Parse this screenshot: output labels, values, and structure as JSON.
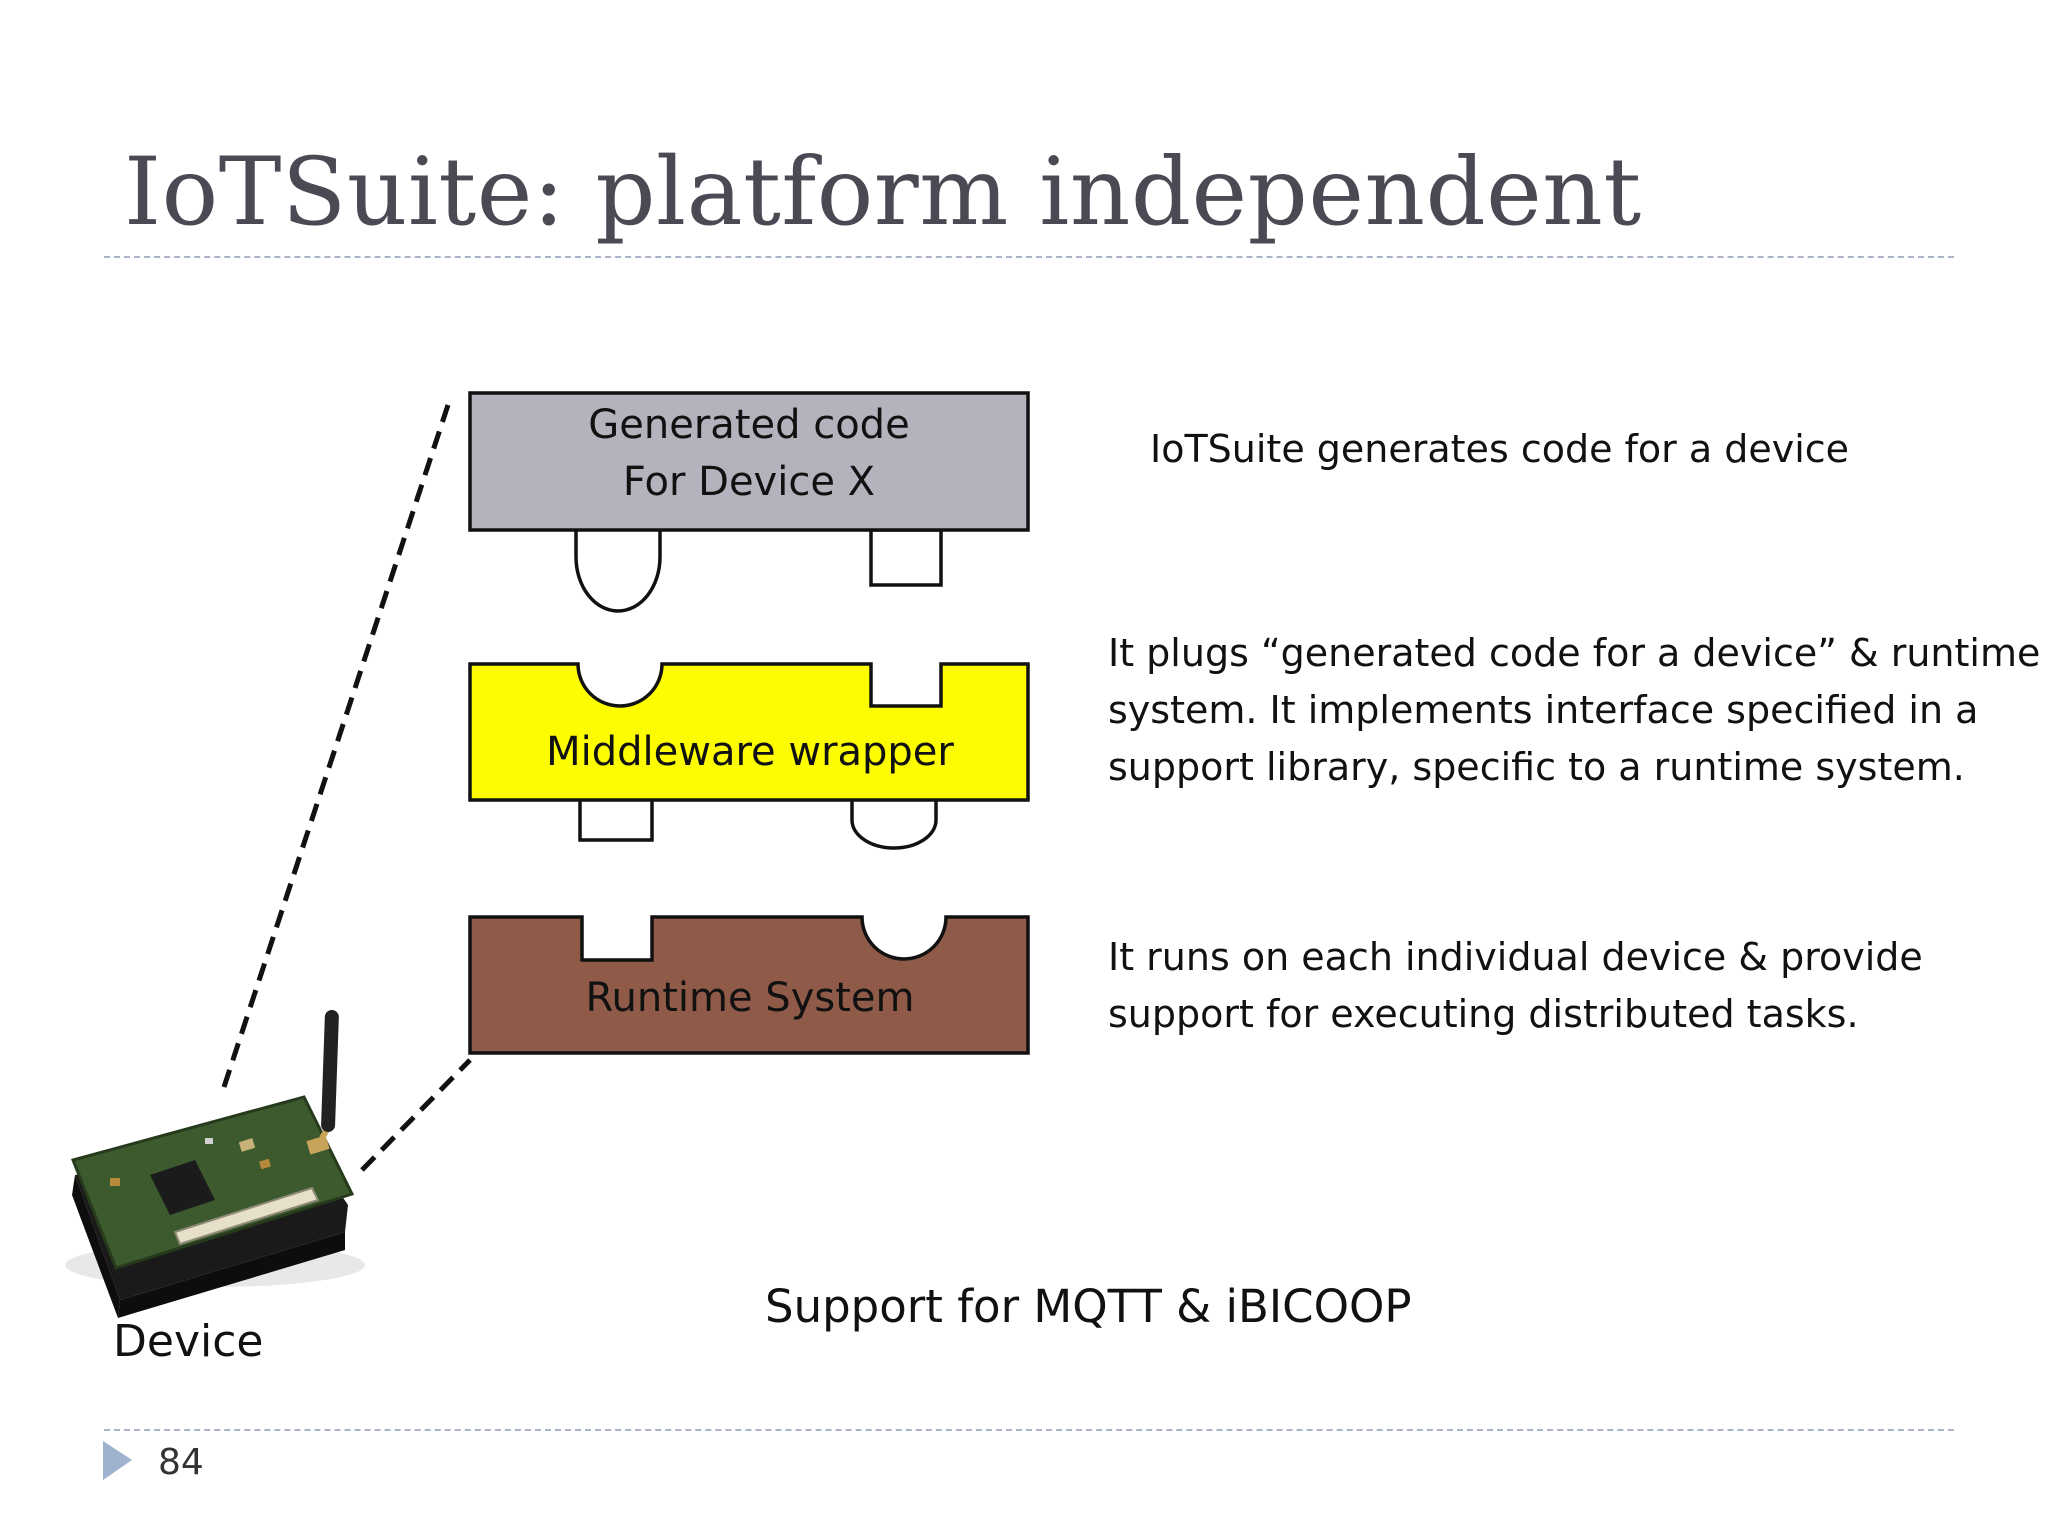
{
  "title": "IoTSuite: platform independent",
  "blocks": {
    "generated": {
      "line1": "Generated code",
      "line2": "For Device X",
      "color": "#b3b2bd"
    },
    "middleware": {
      "label": "Middleware wrapper",
      "color": "#fdfc00"
    },
    "runtime": {
      "label": "Runtime System",
      "color": "#8f5a48"
    }
  },
  "descriptions": {
    "generated": [
      "IoTSuite generates code for a device"
    ],
    "middleware": [
      "It plugs “generated code for a device” & runtime",
      "system. It implements interface specified in a",
      "support library, specific to a runtime system."
    ],
    "runtime": [
      "It runs on each individual device & provide",
      "support for executing distributed tasks."
    ]
  },
  "device_label": "Device",
  "support_text": "Support for MQTT &  iBICOOP",
  "page_number": "84",
  "colors": {
    "title": "#4a4a55",
    "rule": "#a9b3c6",
    "bullet": "#9fb3cf"
  }
}
